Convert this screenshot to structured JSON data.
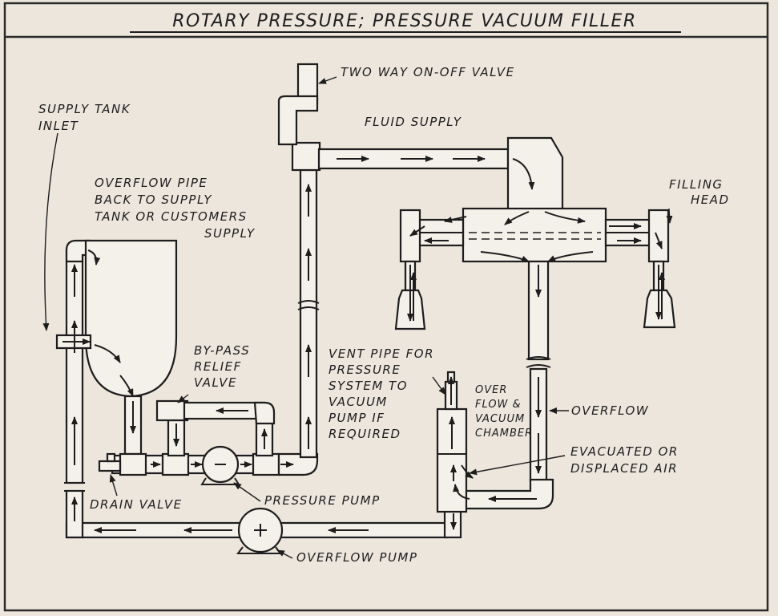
{
  "title": "ROTARY PRESSURE; PRESSURE VACUUM FILLER",
  "labels": {
    "supply_tank_inlet": [
      "SUPPLY TANK",
      "INLET"
    ],
    "overflow_pipe": [
      "OVERFLOW PIPE",
      "BACK TO SUPPLY",
      "TANK OR CUSTOMERS",
      "SUPPLY"
    ],
    "two_way_valve": "TWO WAY ON-OFF VALVE",
    "fluid_supply": "FLUID SUPPLY",
    "filling_head": [
      "FILLING",
      "HEAD"
    ],
    "bypass_relief_valve": [
      "BY-PASS",
      "RELIEF",
      "VALVE"
    ],
    "vent_pipe": [
      "VENT PIPE FOR",
      "PRESSURE",
      "SYSTEM TO",
      "VACUUM",
      "PUMP IF",
      "REQUIRED"
    ],
    "overflow_vacuum_chamber": [
      "OVER",
      "FLOW &",
      "VACUUM",
      "CHAMBER"
    ],
    "overflow": "OVERFLOW",
    "evacuated_air": [
      "EVACUATED OR",
      "DISPLACED AIR"
    ],
    "drain_valve": "DRAIN VALVE",
    "pressure_pump": "PRESSURE PUMP",
    "overflow_pump": "OVERFLOW PUMP"
  }
}
